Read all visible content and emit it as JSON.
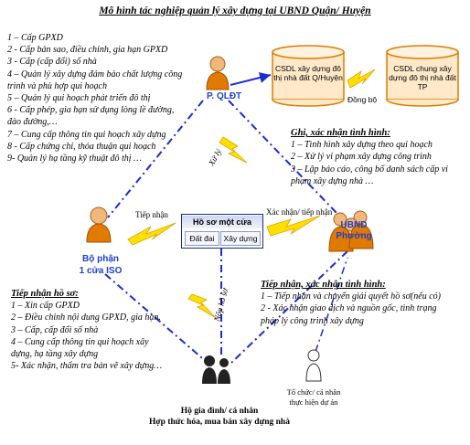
{
  "title": "Mô hình tác nghiệp quản lý xây dựng tại UBND Quận/ Huyện",
  "p_qldt": {
    "label": "P. QLĐT",
    "tasks": [
      "1 – Cấp GPXD",
      "2 -  Cấp bản sao, điều chỉnh, gia hạn GPXD",
      "3 - Cấp (cấp đổi) số nhà",
      "4 – Quản lý xây dựng đảm bảo chất lượng công",
      "trình và phù hợp qui hoạch",
      "5 – Quản lý qui hoạch phát triển đô thị",
      "6 - Cấp phép, gia hạn sử dụng lòng lề đường,",
      "đào đường,…",
      "7 – Cung cấp thông tin qui hoạch xây dựng",
      "8 - Cấp chứng chỉ, thỏa thuận qui hoạch",
      "9- Quản lý hạ tầng kỹ thuật đô thị …"
    ]
  },
  "databases": {
    "local": "CSDL xây dựng đô thị nhà đất Q/Huyện",
    "city": "CSDL chung xây dựng đô thị nhà đất TP",
    "sync_label": "Đồng bộ"
  },
  "ubnd_phuong": {
    "label_line1": "UBND",
    "label_line2": "Phường",
    "monitor_heading": "Ghi, xác nhận tình hình:",
    "monitor_items": [
      "1 – Tình hình xây dựng theo qui hoạch",
      "2 – Xử lý vi phạm xây dựng công trình",
      "3 – Lập báo cáo, công bố danh sách cấp vi",
      "phạm xây dựng nhà …"
    ],
    "receive_heading": "Tiếp nhận, xác nhận tình hình:",
    "receive_items": [
      "1 – Tiếp nhận và chuyển giải quyết hồ sơ(nếu có)",
      "2  - Xác nhận giao dịch và nguồn gốc, tình trạng",
      "pháp lý công trình xây dựng"
    ]
  },
  "one_door": {
    "label_line1": "Bộ phận",
    "label_line2": "1 cửa ISO",
    "heading": "Tiếp nhận hồ sơ:",
    "items": [
      "1 – Xin cấp GPXD",
      "2 – Điều chỉnh nội dung GPXD, gia hạn.",
      "3 – Cấp, cấp đổi số nhà",
      "4 – Cung cấp thông tin qui hoạch xây",
      "dựng, hạ tầng xây dựng",
      "5- Xác nhận, thẩm tra bản vẽ xây dựng…"
    ]
  },
  "ho_so_mot_cua": {
    "title": "Hồ sơ một cửa",
    "tab1": "Đất đai",
    "tab2": "Xây dựng"
  },
  "edge_labels": {
    "xu_ly": "Xử lý",
    "tiep_nhan": "Tiếp nhận",
    "xac_nhan_tiep_nhan": "Xác nhận/ tiếp nhận",
    "nop_ho_so": "Nộp hồ sơ"
  },
  "citizens": {
    "household_line1": "Hộ gia đình/ cá nhân",
    "household_line2": "Hợp thức hóa, mua bán xây dựng nhà",
    "org_line1": "Tổ chức/ cá nhân",
    "org_line2": "thực hiện dự án"
  },
  "colors": {
    "database_fill": "#ffe9c8",
    "database_stroke": "#e07a00",
    "connector": "#1a2ad6",
    "lightning": "#ffe000",
    "person": "#e07a00",
    "label_blue": "#1a3fd1"
  }
}
